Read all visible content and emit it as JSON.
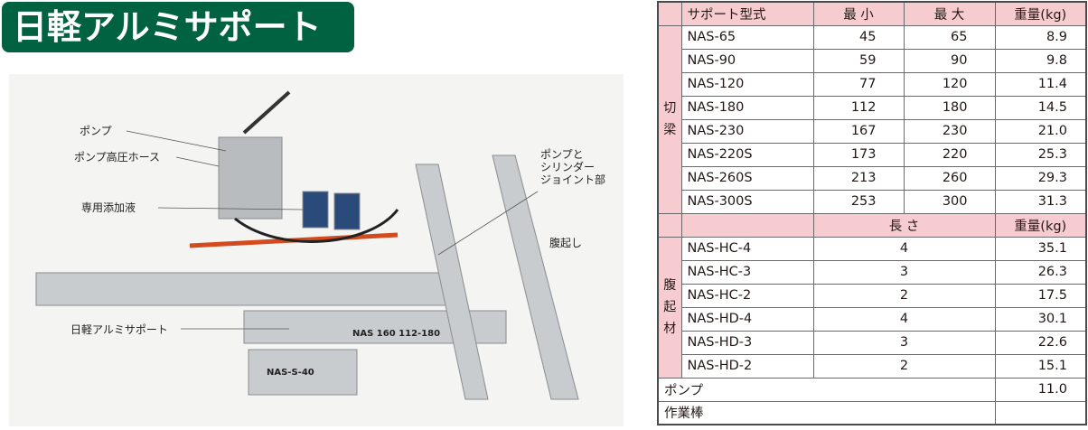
{
  "title": "日軽アルミサポート",
  "photo_labels": {
    "pump": "ポンプ",
    "hose": "ポンプ高圧ホース",
    "liquid": "専用添加液",
    "joint": "ポンプと\nシリンダー\nジョイント部",
    "waler": "腹起し",
    "support": "日軽アルミサポート",
    "tag1": "NAS-S-40",
    "tag2": "NAS 160 112-180"
  },
  "table": {
    "header": {
      "model": "サポート型式",
      "min": "最 小",
      "max": "最 大",
      "weight": "重量(kg)"
    },
    "group1_label": [
      "切",
      "梁"
    ],
    "supports": [
      {
        "model": "NAS-65",
        "min": "45",
        "max": "65",
        "weight": "8.9"
      },
      {
        "model": "NAS-90",
        "min": "59",
        "max": "90",
        "weight": "9.8"
      },
      {
        "model": "NAS-120",
        "min": "77",
        "max": "120",
        "weight": "11.4"
      },
      {
        "model": "NAS-180",
        "min": "112",
        "max": "180",
        "weight": "14.5"
      },
      {
        "model": "NAS-230",
        "min": "167",
        "max": "230",
        "weight": "21.0"
      },
      {
        "model": "NAS-220S",
        "min": "173",
        "max": "220",
        "weight": "25.3"
      },
      {
        "model": "NAS-260S",
        "min": "213",
        "max": "260",
        "weight": "29.3"
      },
      {
        "model": "NAS-300S",
        "min": "253",
        "max": "300",
        "weight": "31.3"
      }
    ],
    "header2": {
      "length": "長 さ",
      "weight": "重量(kg)"
    },
    "group2_label": [
      "腹",
      "起",
      "材"
    ],
    "walers": [
      {
        "model": "NAS-HC-4",
        "length": "4",
        "weight": "35.1"
      },
      {
        "model": "NAS-HC-3",
        "length": "3",
        "weight": "26.3"
      },
      {
        "model": "NAS-HC-2",
        "length": "2",
        "weight": "17.5"
      },
      {
        "model": "NAS-HD-4",
        "length": "4",
        "weight": "30.1"
      },
      {
        "model": "NAS-HD-3",
        "length": "3",
        "weight": "22.6"
      },
      {
        "model": "NAS-HD-2",
        "length": "2",
        "weight": "15.1"
      }
    ],
    "pump": {
      "label": "ポンプ",
      "weight": "11.0"
    },
    "bar": {
      "label": "作業棒",
      "weight": ""
    }
  }
}
